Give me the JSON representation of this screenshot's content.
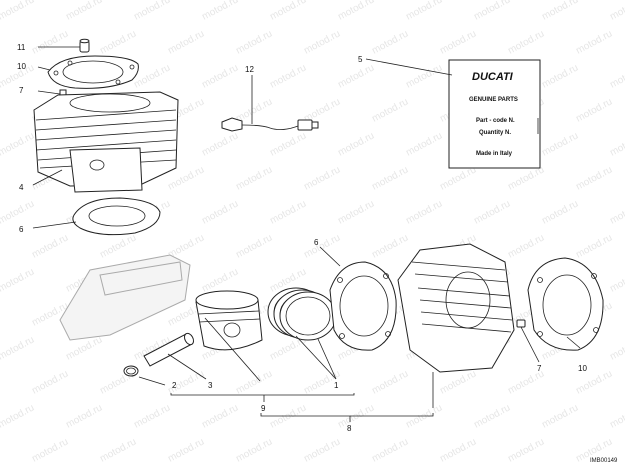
{
  "watermark": "motod.ru",
  "callouts": [
    "1",
    "2",
    "3",
    "4",
    "5",
    "6",
    "6",
    "7",
    "7",
    "8",
    "9",
    "10",
    "10",
    "11",
    "12"
  ],
  "card": {
    "brand": "DUCATI",
    "subtitle": "GENUINE PARTS",
    "part_code": "Part - code N.",
    "quantity": "Quantity N.",
    "made_in": "Made in Italy"
  },
  "diagram_code": "IMB00149"
}
